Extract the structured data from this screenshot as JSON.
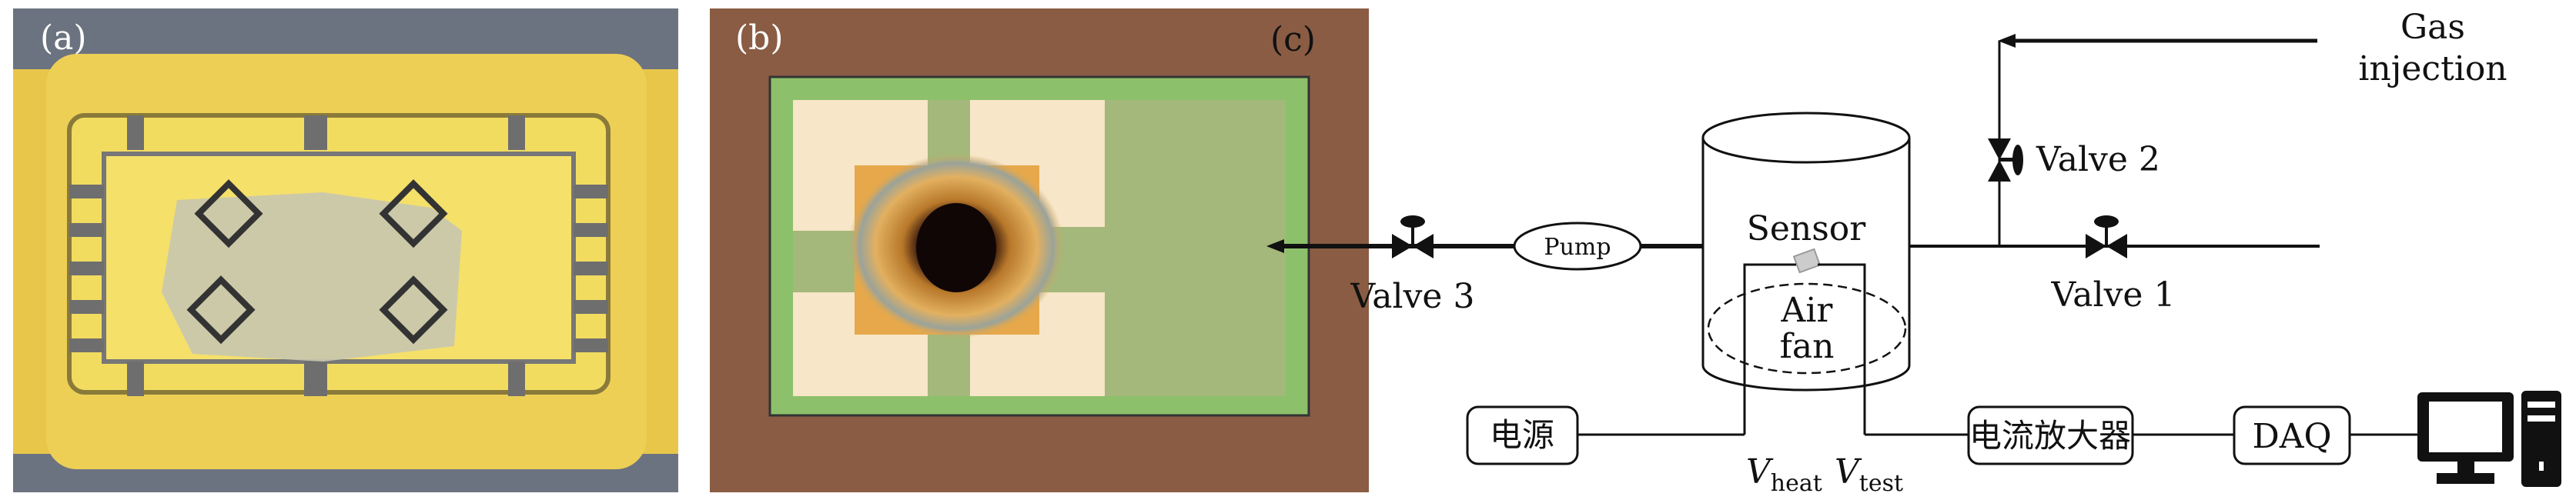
{
  "panels": {
    "a": {
      "label": "(a)"
    },
    "b": {
      "label": "(b)"
    },
    "c": {
      "label": "(c)"
    }
  },
  "diagram": {
    "gas_injection": [
      "Gas",
      "injection"
    ],
    "valve1": "Valve 1",
    "valve2": "Valve 2",
    "valve3": "Valve 3",
    "pump": "Pump",
    "sensor": "Sensor",
    "air_fan": [
      "Air",
      "fan"
    ],
    "power_supply": "电源",
    "current_amplifier": "电流放大器",
    "daq": "DAQ",
    "v_heat": {
      "main": "V",
      "sub": "heat"
    },
    "v_test": {
      "main": "V",
      "sub": "test"
    }
  }
}
